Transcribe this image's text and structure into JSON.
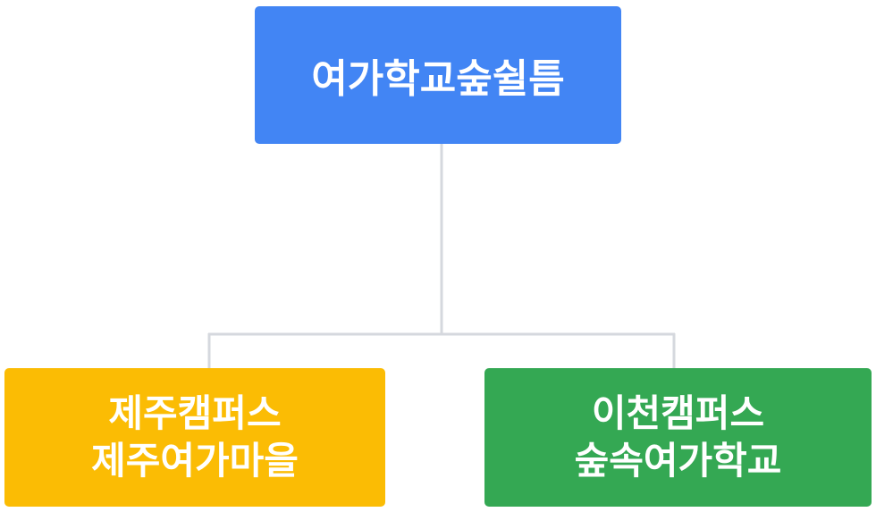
{
  "colors": {
    "root": "#4285f4",
    "left": "#fbbc04",
    "right": "#34a853",
    "connector": "#d5d8de"
  },
  "root": {
    "label": "여가학교숲쉴틈"
  },
  "children": [
    {
      "line1": "제주캠퍼스",
      "line2": "제주여가마을"
    },
    {
      "line1": "이천캠퍼스",
      "line2": "숲속여가학교"
    }
  ]
}
